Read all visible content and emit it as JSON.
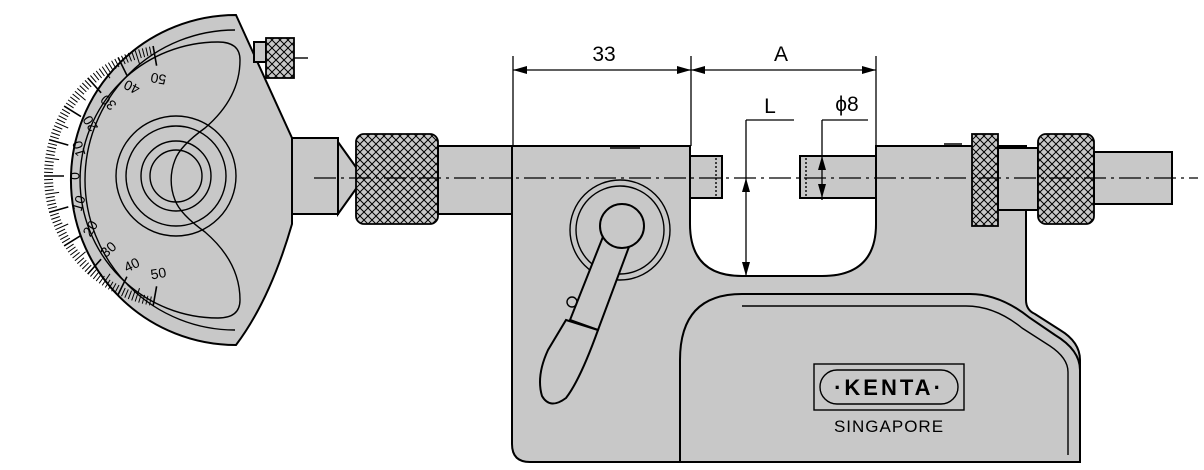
{
  "dimensions": {
    "width_label": "33",
    "gap_label": "A",
    "depth_label": "L",
    "diameter_label": "ϕ8"
  },
  "dial": {
    "scale_labels": [
      "50",
      "40",
      "30",
      "20",
      "10",
      "0",
      "10",
      "20",
      "30",
      "40",
      "50"
    ]
  },
  "branding": {
    "logo_text": "·KENTA·",
    "subtitle": "SINGAPORE"
  }
}
